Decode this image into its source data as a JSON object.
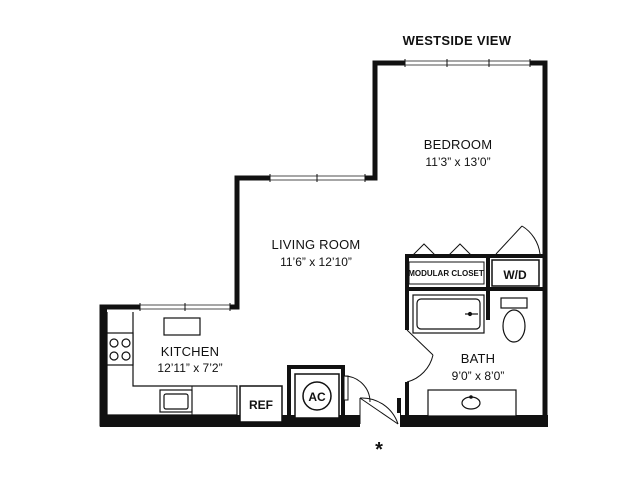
{
  "orientation_label": "WESTSIDE VIEW",
  "rooms": {
    "bedroom": {
      "name": "BEDROOM",
      "dims": "11’3” x 13’0”"
    },
    "living_room": {
      "name": "LIVING ROOM",
      "dims": "11’6” x 12’10”"
    },
    "kitchen": {
      "name": "KITCHEN",
      "dims": "12’11” x 7’2”"
    },
    "bath": {
      "name": "BATH",
      "dims": "9’0” x 8’0”"
    }
  },
  "fixtures": {
    "closet": "MODULAR CLOSET",
    "washer_dryer": "W/D",
    "refrigerator": "REF",
    "ac": "AC"
  },
  "entry_marker": "*"
}
